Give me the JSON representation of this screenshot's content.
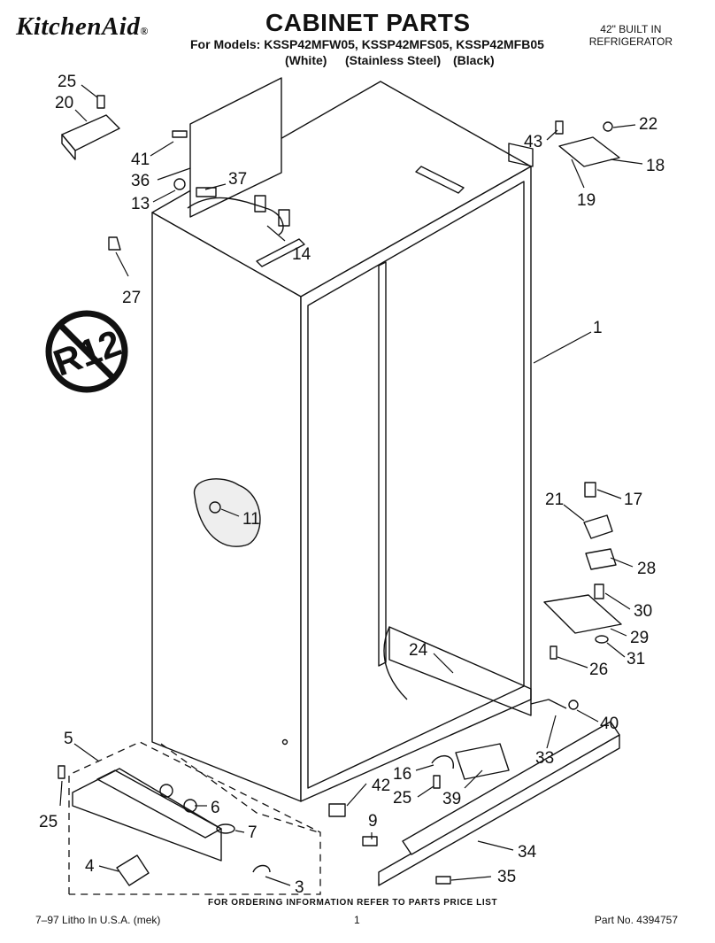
{
  "header": {
    "brand": "KitchenAid",
    "brand_mark": "®",
    "title": "CABINET PARTS",
    "models_line": "For Models: KSSP42MFW05, KSSP42MFS05, KSSP42MFB05",
    "color_white": "(White)",
    "color_stainless": "(Stainless Steel)",
    "color_black": "(Black)",
    "product_line1": "42\" BUILT IN",
    "product_line2": "REFRIGERATOR"
  },
  "no_r12_symbol": "R12",
  "callouts": [
    "25",
    "20",
    "41",
    "36",
    "37",
    "13",
    "14",
    "27",
    "43",
    "22",
    "18",
    "19",
    "1",
    "11",
    "21",
    "17",
    "28",
    "30",
    "29",
    "31",
    "26",
    "24",
    "40",
    "33",
    "5",
    "25",
    "6",
    "7",
    "4",
    "3",
    "16",
    "25",
    "42",
    "39",
    "9",
    "34",
    "35"
  ],
  "footer": {
    "ordering_note": "FOR ORDERING INFORMATION REFER TO PARTS PRICE LIST",
    "litho": "7–97 Litho In U.S.A. (mek)",
    "page_number": "1",
    "part_number": "Part No. 4394757"
  }
}
